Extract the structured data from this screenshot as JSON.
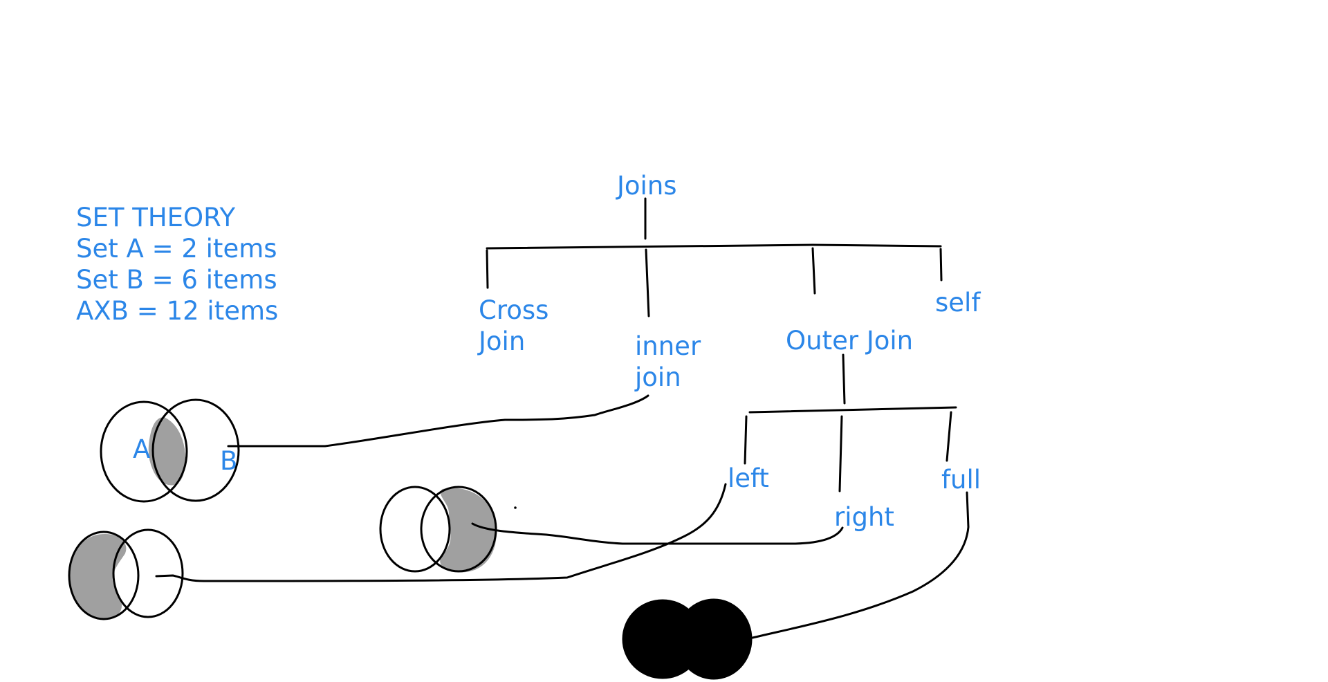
{
  "set_theory": {
    "title": "SET THEORY",
    "line1": "Set A = 2 items",
    "line2": "Set B = 6 items",
    "line3": "AXB = 12 items"
  },
  "tree": {
    "root": "Joins",
    "cross_line1": "Cross",
    "cross_line2": "Join",
    "inner_line1": "inner",
    "inner_line2": "join",
    "outer": "Outer Join",
    "self": "self",
    "left": "left",
    "right": "right",
    "full": "full"
  },
  "venn": {
    "set_a_label": "A",
    "set_b_label": "B"
  },
  "colors": {
    "text": "#2b86e8",
    "ink": "#000000",
    "shade": "#a0a0a0"
  }
}
